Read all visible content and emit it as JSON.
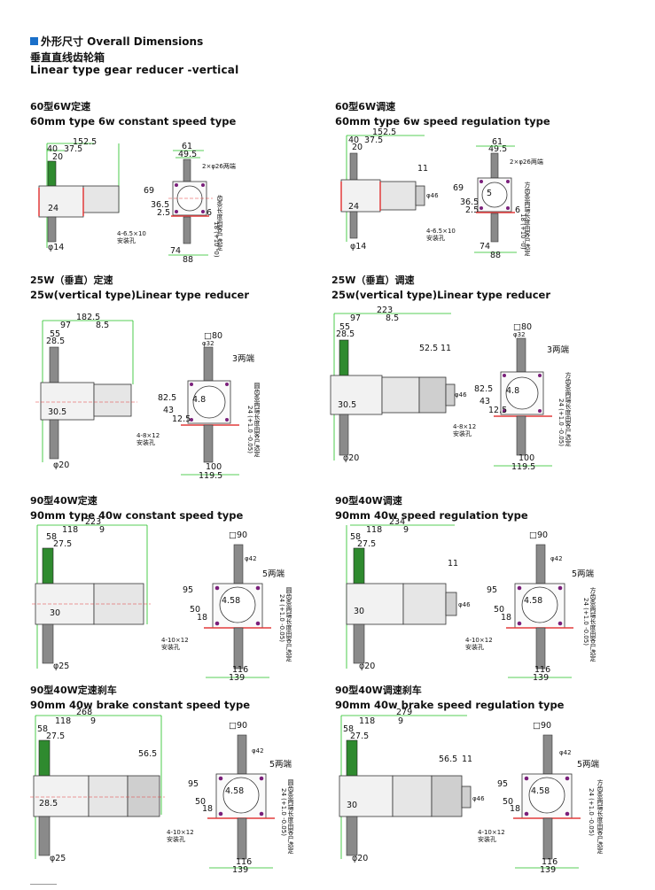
{
  "header": {
    "title": "外形尺寸 Overall Dimensions",
    "sub_cn": "垂直直线齿轮箱",
    "sub_en": "Linear type gear reducer -vertical"
  },
  "sections": [
    {
      "cn": "60型6W定速",
      "en": "60mm type 6w constant speed type",
      "dims": {
        "overall": "152.5",
        "a": "40",
        "b": "37.5",
        "c": "20",
        "h1": "24",
        "shaft": "φ14",
        "w1": "61",
        "w2": "49.5",
        "side1": "69",
        "side2": "36.5",
        "side3": "2.5",
        "center": "6",
        "bottom1": "74",
        "bottom2": "88",
        "holes": "4-6.5×10",
        "holes_cn": "安装孔",
        "note": "2×φ26两端",
        "vtext": "齿条长度由客户选定",
        "vnum": "18 (+10 -0)"
      }
    },
    {
      "cn": "60型6W调速",
      "en": "60mm type 6w speed regulation type",
      "dims": {
        "overall": "152.5",
        "a": "40",
        "b": "37.5",
        "c": "20",
        "h1": "24",
        "shaft": "φ14",
        "w1": "61",
        "w2": "49.5",
        "side1": "69",
        "side2": "36.5",
        "side3": "2.5",
        "center": "6",
        "center_box": "5",
        "bottom1": "74",
        "bottom2": "88",
        "holes": "4-6.5×10",
        "holes_cn": "安装孔",
        "note": "2×φ26两端",
        "dia": "φ46",
        "e": "11",
        "vtext": "方齿条两端长度由客户选定",
        "vnum": "18 (+10 -0)"
      }
    },
    {
      "cn": "25W（垂直）定速",
      "en": "25w(vertical type)Linear type reducer",
      "dims": {
        "overall": "182.5",
        "a": "97",
        "b": "8.5",
        "c": "55",
        "d": "28.5",
        "h1": "30.5",
        "shaft": "φ20",
        "sq": "□80",
        "phi": "φ32",
        "side1": "82.5",
        "side2": "43",
        "side3": "12.5",
        "center": "4.8",
        "bottom1": "100",
        "bottom2": "119.5",
        "holes": "4-8×12",
        "holes_cn": "安装孔",
        "ends": "3两端",
        "vtext": "圆齿条两端长度由客户选定",
        "vnum": "24 (+1.0 -0.05)"
      }
    },
    {
      "cn": "25W（垂直）调速",
      "en": "25w(vertical type)Linear type reducer",
      "dims": {
        "overall": "223",
        "a": "97",
        "b": "8.5",
        "c": "55",
        "d": "28.5",
        "h1": "30.5",
        "shaft": "φ20",
        "e": "52.5",
        "f": "11",
        "dia": "φ46",
        "sq": "□80",
        "phi": "φ32",
        "side1": "82.5",
        "side2": "43",
        "side3": "12.5",
        "center": "4.8",
        "bottom1": "100",
        "bottom2": "119.5",
        "holes": "4-8×12",
        "holes_cn": "安装孔",
        "ends": "3两端",
        "vtext": "方齿条两端长度由客户选定",
        "vnum": "24 (+1.0 -0.05)"
      }
    },
    {
      "cn": "90型40W定速",
      "en": "90mm type 40w constant speed type",
      "dims": {
        "overall": "223",
        "a": "118",
        "b": "9",
        "c": "58",
        "d": "27.5",
        "h1": "30",
        "shaft": "φ25",
        "sq": "□90",
        "phi": "φ42",
        "ends": "5两端",
        "side1": "95",
        "side2": "50",
        "side3": "18",
        "center": "4.58",
        "bottom1": "116",
        "bottom2": "139",
        "holes": "4-10×12",
        "holes_cn": "安装孔",
        "vtext": "圆齿条两端长度由客户选定",
        "vnum": "24 (+1.0 -0.05)"
      }
    },
    {
      "cn": "90型40W调速",
      "en": "90mm 40w speed regulation type",
      "dims": {
        "overall": "234",
        "a": "118",
        "b": "9",
        "c": "58",
        "d": "27.5",
        "h1": "30",
        "shaft": "φ20",
        "e": "11",
        "dia": "φ46",
        "sq": "□90",
        "phi": "φ42",
        "ends": "5两端",
        "side1": "95",
        "side2": "50",
        "side3": "18",
        "center": "4.58",
        "bottom1": "116",
        "bottom2": "139",
        "holes": "4-10×12",
        "holes_cn": "安装孔",
        "vtext": "方齿条两端长度由客户选定",
        "vnum": "24 (+1.0 -0.05)"
      }
    },
    {
      "cn": "90型40W定速刹车",
      "en": "90mm 40w brake constant speed type",
      "dims": {
        "overall": "268",
        "a": "118",
        "b": "9",
        "c": "58",
        "d": "27.5",
        "h1": "28.5",
        "shaft": "φ25",
        "e": "56.5",
        "sq": "□90",
        "phi": "φ42",
        "ends": "5两端",
        "side1": "95",
        "side2": "50",
        "side3": "18",
        "center": "4.58",
        "bottom1": "116",
        "bottom2": "139",
        "holes": "4-10×12",
        "holes_cn": "安装孔",
        "vtext": "圆齿条两端长度由客户选定",
        "vnum": "24 (+1.0 -0.05)"
      }
    },
    {
      "cn": "90型40W调速刹车",
      "en": "90mm 40w brake speed regulation type",
      "dims": {
        "overall": "279",
        "a": "118",
        "b": "9",
        "c": "58",
        "d": "27.5",
        "h1": "30",
        "shaft": "φ20",
        "e": "56.5",
        "f": "11",
        "dia": "φ46",
        "sq": "□90",
        "phi": "φ42",
        "ends": "5两端",
        "side1": "95",
        "side2": "50",
        "side3": "18",
        "center": "4.58",
        "bottom1": "116",
        "bottom2": "139",
        "holes": "4-10×12",
        "holes_cn": "安装孔",
        "vtext": "方齿条两端长度由客户选定",
        "vnum": "24 (+1.0 -0.05)"
      }
    }
  ]
}
